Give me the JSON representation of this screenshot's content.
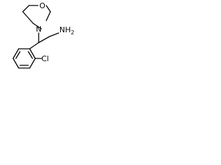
{
  "structure": {
    "atoms": {
      "oxygen": "O",
      "nitrogen": "N",
      "amine": "NH",
      "amine_subscript": "2",
      "chlorine": "Cl"
    },
    "colors": {
      "ink": "#000000",
      "background": "#ffffff"
    }
  }
}
